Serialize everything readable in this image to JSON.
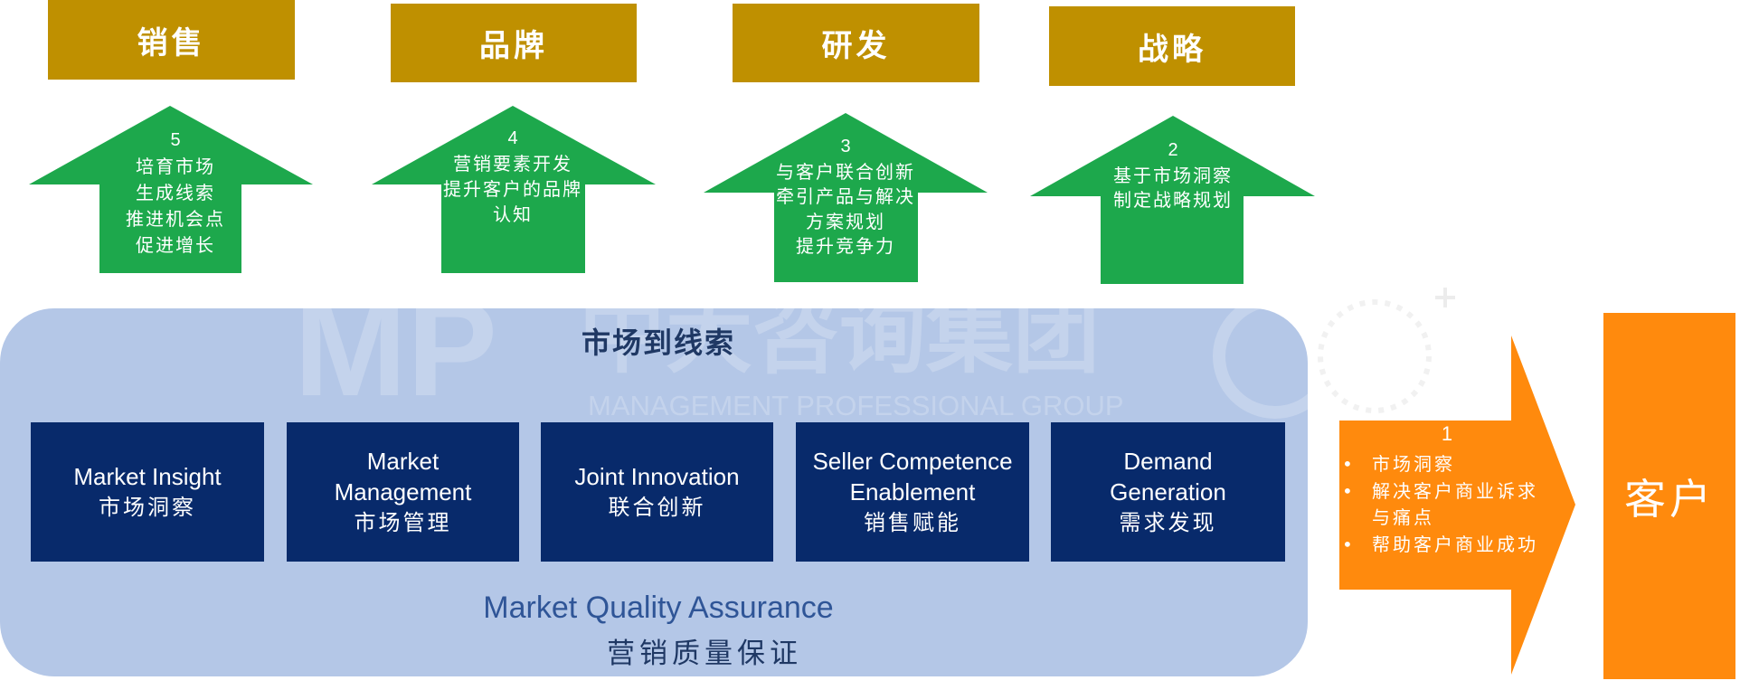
{
  "colors": {
    "gold": "#BF9000",
    "green": "#1DA84C",
    "panel": "#B4C7E7",
    "navy": "#082A6B",
    "orange": "#FF8A0D",
    "title": "#1F3864",
    "footer_en": "#2F5597"
  },
  "top_labels": [
    {
      "label": "销售"
    },
    {
      "label": "品牌"
    },
    {
      "label": "研发"
    },
    {
      "label": "战略"
    }
  ],
  "arrows": [
    {
      "number": "5",
      "lines": [
        "培育市场",
        "生成线索",
        "推进机会点",
        "促进增长"
      ]
    },
    {
      "number": "4",
      "lines": [
        "营销要素开发",
        "提升客户的品牌",
        "认知"
      ]
    },
    {
      "number": "3",
      "lines": [
        "与客户联合创新",
        "牵引产品与解决",
        "方案规划",
        "提升竞争力"
      ]
    },
    {
      "number": "2",
      "lines": [
        "基于市场洞察",
        "制定战略规划"
      ]
    }
  ],
  "panel": {
    "title": "市场到线索",
    "boxes": [
      {
        "en_lines": [
          "Market Insight"
        ],
        "zh": "市场洞察"
      },
      {
        "en_lines": [
          "Market",
          "Management"
        ],
        "zh": "市场管理"
      },
      {
        "en_lines": [
          "Joint Innovation"
        ],
        "zh": "联合创新"
      },
      {
        "en_lines": [
          "Seller Competence",
          "Enablement"
        ],
        "zh": "销售赋能"
      },
      {
        "en_lines": [
          "Demand",
          "Generation"
        ],
        "zh": "需求发现"
      }
    ],
    "footer_en": "Market Quality Assurance",
    "footer_zh": "营销质量保证"
  },
  "customer_arrow": {
    "number": "1",
    "bullets": [
      "市场洞察",
      "解决客户商业诉求与痛点",
      "帮助客户商业成功"
    ]
  },
  "customer": "客户",
  "watermark": {
    "brand": "MP",
    "name": "中大咨询集团",
    "tagline": "MANAGEMENT PROFESSIONAL GROUP"
  }
}
